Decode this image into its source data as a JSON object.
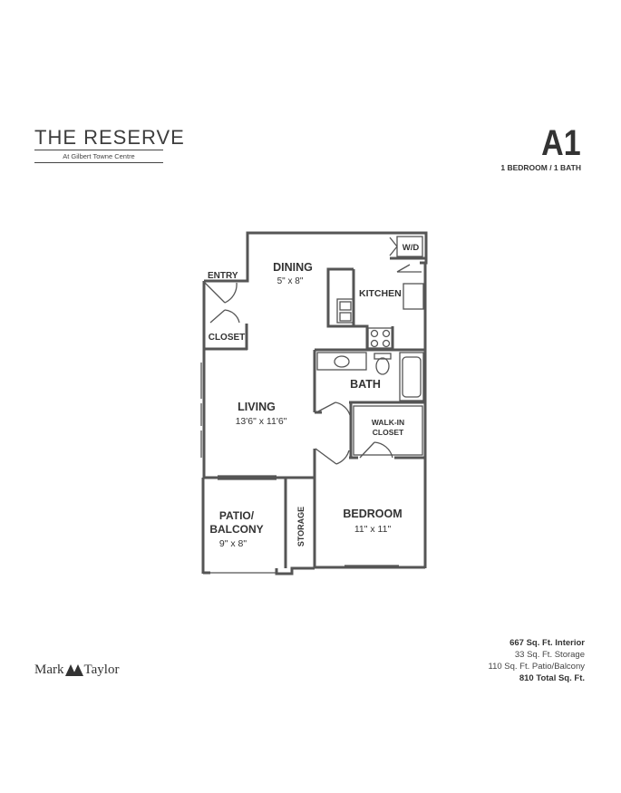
{
  "brand": {
    "name": "THE RESERVE",
    "subtitle": "At Gilbert Towne Centre",
    "logo_left": "Mark",
    "logo_right": "Taylor",
    "logo_mark_icon": "double-triangle-logo-icon"
  },
  "unit": {
    "code": "A1",
    "type": "1 BEDROOM / 1 BATH"
  },
  "rooms": {
    "entry": "ENTRY",
    "dining": "DINING",
    "dining_dim": "5\" x 8\"",
    "kitchen": "KITCHEN",
    "wd": "W/D",
    "closet": "CLOSET",
    "bath": "BATH",
    "living": "LIVING",
    "living_dim": "13'6\" x 11'6\"",
    "walkin_1": "WALK-IN",
    "walkin_2": "CLOSET",
    "patio_1": "PATIO/",
    "patio_2": "BALCONY",
    "patio_dim": "9\" x 8\"",
    "storage": "STORAGE",
    "bedroom": "BEDROOM",
    "bedroom_dim": "11\" x 11\""
  },
  "areas": {
    "interior": "667 Sq. Ft. Interior",
    "storage": "33 Sq. Ft. Storage",
    "patio": "110 Sq. Ft. Patio/Balcony",
    "total": "810 Total Sq. Ft."
  },
  "colors": {
    "wall": "#555555",
    "text": "#333333"
  }
}
